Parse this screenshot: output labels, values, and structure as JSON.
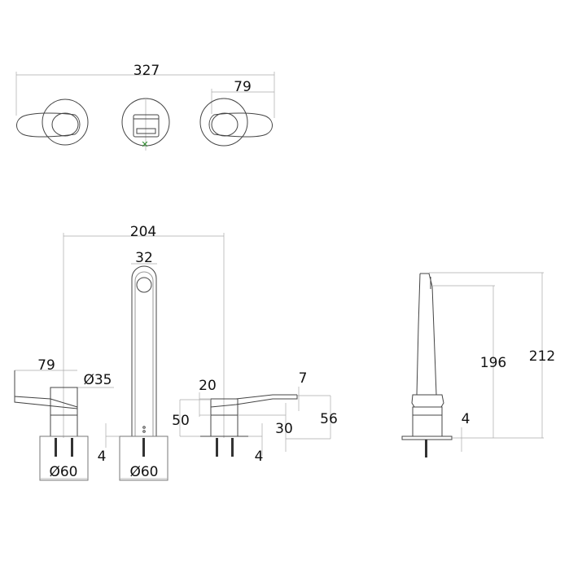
{
  "drawing": {
    "top_view": {
      "overall_width": "327",
      "handle_width": "79"
    },
    "front_view": {
      "spout_spacing": "204",
      "spout_width": "32",
      "handle_length": "79",
      "handle_diameter": "Ø35",
      "base_thickness_left": "4",
      "base_diameter_left": "Ø60",
      "base_diameter_center": "Ø60",
      "lever_height": "20",
      "handle_height": "50",
      "lever_tip": "7",
      "body_height": "30",
      "total_handle_height": "56",
      "base_thickness_right": "4"
    },
    "side_view": {
      "outlet_height": "196",
      "total_height": "212",
      "plate_thickness": "4"
    },
    "colors": {
      "line": "#555555",
      "dimension": "#aaaaaa",
      "marker": "#2e8b2e"
    }
  }
}
